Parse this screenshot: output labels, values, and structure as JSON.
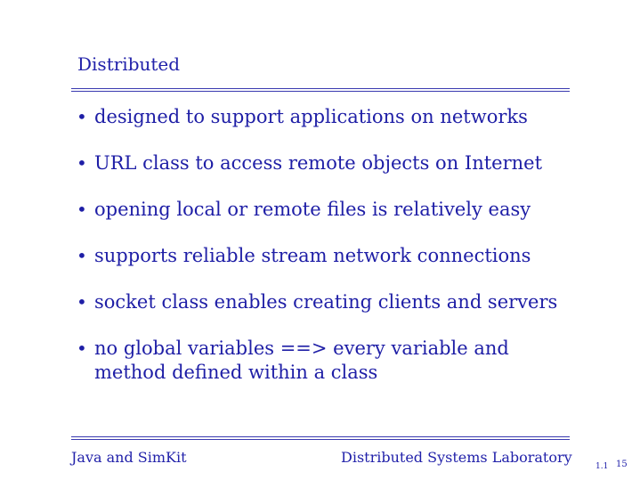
{
  "slide": {
    "title": "Distributed",
    "bullets": [
      {
        "lines": [
          "designed to support applications on networks"
        ]
      },
      {
        "lines": [
          "URL class to access remote objects on Internet"
        ]
      },
      {
        "lines": [
          "opening local or remote files is relatively easy"
        ]
      },
      {
        "lines": [
          "supports reliable stream network connections"
        ]
      },
      {
        "lines": [
          "socket class enables creating clients and servers"
        ]
      },
      {
        "lines": [
          "no global variables  ==>  every variable and",
          "method defined within a class"
        ]
      }
    ],
    "bullet_glyph": "•"
  },
  "footer": {
    "left": "Java and SimKit",
    "right": "Distributed Systems Laboratory",
    "page_ref": "1.1",
    "page_number": "15"
  },
  "colors": {
    "text": "#1e1ea6",
    "rule": "#3a3ab0",
    "background": "#ffffff"
  }
}
